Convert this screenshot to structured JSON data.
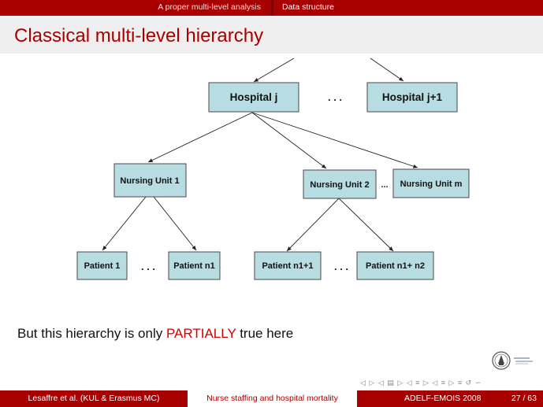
{
  "header": {
    "nav_left": "A proper multi-level analysis",
    "nav_active": "Data structure"
  },
  "title": "Classical multi-level hierarchy",
  "diagram": {
    "nodes": {
      "hospital_j": "Hospital j",
      "hospital_j1": "Hospital j+1",
      "unit_1": "Nursing Unit 1",
      "unit_2": "Nursing Unit 2",
      "unit_m": "Nursing Unit m",
      "patient_1": "Patient 1",
      "patient_n1": "Patient n1",
      "patient_n1p1": "Patient n1+1",
      "patient_n1n2": "Patient n1+ n2"
    },
    "ellipsis_spaced": ". . .",
    "ellipsis_tight": "..."
  },
  "statement": {
    "before": "But this hierarchy is only ",
    "emphasis": "PARTIALLY",
    "after": " true here",
    "emphasis_color": "#d40000"
  },
  "nav_symbols": "◁ ▷ ◁ ▤ ▷ ◁ ≡ ▷ ◁ ≡ ▷ ≡ ↺ ∽",
  "footer": {
    "authors": "Lesaffre et al.  (KUL & Erasmus MC)",
    "talk_title": "Nurse staffing and hospital mortality",
    "conference": "ADELF-EMOIS 2008",
    "page": "27 / 63"
  },
  "colors": {
    "brand_red": "#a80000",
    "node_fill": "#b7dde3",
    "title_bar": "#efefef"
  }
}
